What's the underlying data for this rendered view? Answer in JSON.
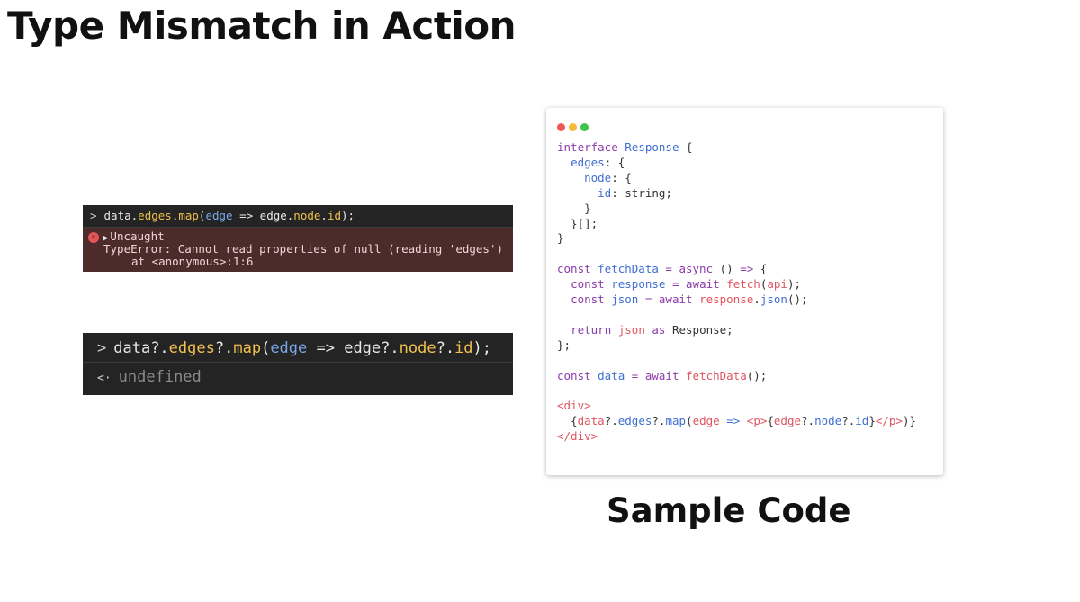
{
  "title": "Type Mismatch in Action",
  "subtitle": "Sample Code",
  "console1": {
    "prompt": ">",
    "input": {
      "a": "data.",
      "b": "edges",
      "c": ".",
      "d": "map",
      "e": "(",
      "f": "edge",
      "g": " => edge.",
      "h": "node",
      "i": ".",
      "j": "id",
      "k": ");"
    },
    "error_icon": "close-circle-icon",
    "uncaught": "Uncaught",
    "error_message": "TypeError: Cannot read properties of null (reading 'edges')",
    "error_location": "at <anonymous>:1:6"
  },
  "console2": {
    "prompt": ">",
    "input": {
      "a": "data?.",
      "b": "edges",
      "c": "?.",
      "d": "map",
      "e": "(",
      "f": "edge",
      "g": " => edge?.",
      "h": "node",
      "i": "?.",
      "j": "id",
      "k": ");"
    },
    "output_prompt": "<·",
    "output": "undefined"
  },
  "code_window": {
    "dot_colors": [
      "#ee5a52",
      "#f5b83a",
      "#3ec54a"
    ],
    "lines": [
      [
        [
          "k",
          "interface "
        ],
        [
          "b",
          "Response"
        ],
        [
          "t",
          " {"
        ]
      ],
      [
        [
          "t",
          "  "
        ],
        [
          "b",
          "edges"
        ],
        [
          "t",
          ": {"
        ]
      ],
      [
        [
          "t",
          "    "
        ],
        [
          "b",
          "node"
        ],
        [
          "t",
          ": {"
        ]
      ],
      [
        [
          "t",
          "      "
        ],
        [
          "b",
          "id"
        ],
        [
          "t",
          ": string;"
        ]
      ],
      [
        [
          "t",
          "    }"
        ]
      ],
      [
        [
          "t",
          "  }[];"
        ]
      ],
      [
        [
          "t",
          "}"
        ]
      ],
      [
        [
          "t",
          ""
        ]
      ],
      [
        [
          "k",
          "const "
        ],
        [
          "b",
          "fetchData"
        ],
        [
          "t",
          " "
        ],
        [
          "k",
          "= async "
        ],
        [
          "t",
          "() "
        ],
        [
          "k",
          "=> "
        ],
        [
          "t",
          "{"
        ]
      ],
      [
        [
          "t",
          "  "
        ],
        [
          "k",
          "const "
        ],
        [
          "b",
          "response"
        ],
        [
          "t",
          " "
        ],
        [
          "k",
          "= await "
        ],
        [
          "r",
          "fetch"
        ],
        [
          "t",
          "("
        ],
        [
          "r",
          "api"
        ],
        [
          "t",
          ");"
        ]
      ],
      [
        [
          "t",
          "  "
        ],
        [
          "k",
          "const "
        ],
        [
          "b",
          "json"
        ],
        [
          "t",
          " "
        ],
        [
          "k",
          "= await "
        ],
        [
          "r",
          "response"
        ],
        [
          "t",
          "."
        ],
        [
          "b",
          "json"
        ],
        [
          "t",
          "();"
        ]
      ],
      [
        [
          "t",
          ""
        ]
      ],
      [
        [
          "t",
          "  "
        ],
        [
          "k",
          "return "
        ],
        [
          "r",
          "json"
        ],
        [
          "t",
          " "
        ],
        [
          "k",
          "as "
        ],
        [
          "t",
          "Response;"
        ]
      ],
      [
        [
          "t",
          "};"
        ]
      ],
      [
        [
          "t",
          ""
        ]
      ],
      [
        [
          "k",
          "const "
        ],
        [
          "b",
          "data"
        ],
        [
          "t",
          " "
        ],
        [
          "k",
          "= await "
        ],
        [
          "r",
          "fetchData"
        ],
        [
          "t",
          "();"
        ]
      ],
      [
        [
          "t",
          ""
        ]
      ],
      [
        [
          "r",
          "<div>"
        ]
      ],
      [
        [
          "t",
          "  {"
        ],
        [
          "r",
          "data"
        ],
        [
          "t",
          "?."
        ],
        [
          "b",
          "edges"
        ],
        [
          "t",
          "?."
        ],
        [
          "b",
          "map"
        ],
        [
          "t",
          "("
        ],
        [
          "r",
          "edge"
        ],
        [
          "t",
          " "
        ],
        [
          "b",
          "=>"
        ],
        [
          "t",
          " "
        ],
        [
          "r",
          "<p>"
        ],
        [
          "t",
          "{"
        ],
        [
          "r",
          "edge"
        ],
        [
          "t",
          "?."
        ],
        [
          "b",
          "node"
        ],
        [
          "t",
          "?."
        ],
        [
          "b",
          "id"
        ],
        [
          "t",
          "}"
        ],
        [
          "r",
          "</p>"
        ],
        [
          "t",
          ")}"
        ]
      ],
      [
        [
          "r",
          "</div>"
        ]
      ]
    ]
  }
}
